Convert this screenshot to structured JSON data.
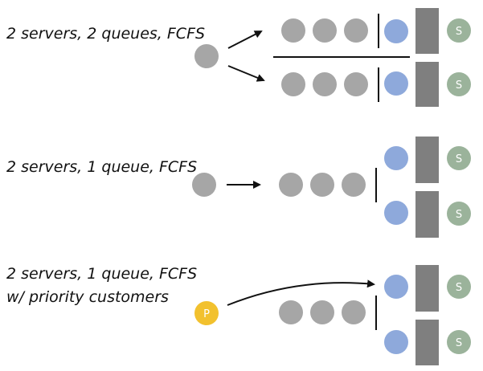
{
  "colors": {
    "waiting": "#a6a6a6",
    "in_service": "#8ea9db",
    "server": "#7f7f7f",
    "server_badge": "#9bb39b",
    "priority": "#f2c12e",
    "line": "#111111"
  },
  "icons": {
    "waiting_customer": "gray-circle",
    "customer_in_service": "blue-circle",
    "server": "dark-gray-rectangle",
    "server_badge": "green-circle-with-letter",
    "priority_customer": "yellow-circle-with-letter",
    "arrow": "black-arrow"
  },
  "scenarios": [
    {
      "title": "2 servers, 2 queues, FCFS",
      "subtitle": "",
      "server_letter": "S",
      "queues": 2,
      "servers": 2,
      "waiting_per_queue": 3
    },
    {
      "title": "2 servers, 1 queue, FCFS",
      "subtitle": "",
      "server_letter": "S",
      "queues": 1,
      "servers": 2,
      "waiting_per_queue": 3
    },
    {
      "title": "2 servers, 1 queue, FCFS",
      "subtitle": "w/ priority customers",
      "server_letter": "S",
      "priority_letter": "P",
      "queues": 1,
      "servers": 2,
      "waiting_per_queue": 3
    }
  ]
}
